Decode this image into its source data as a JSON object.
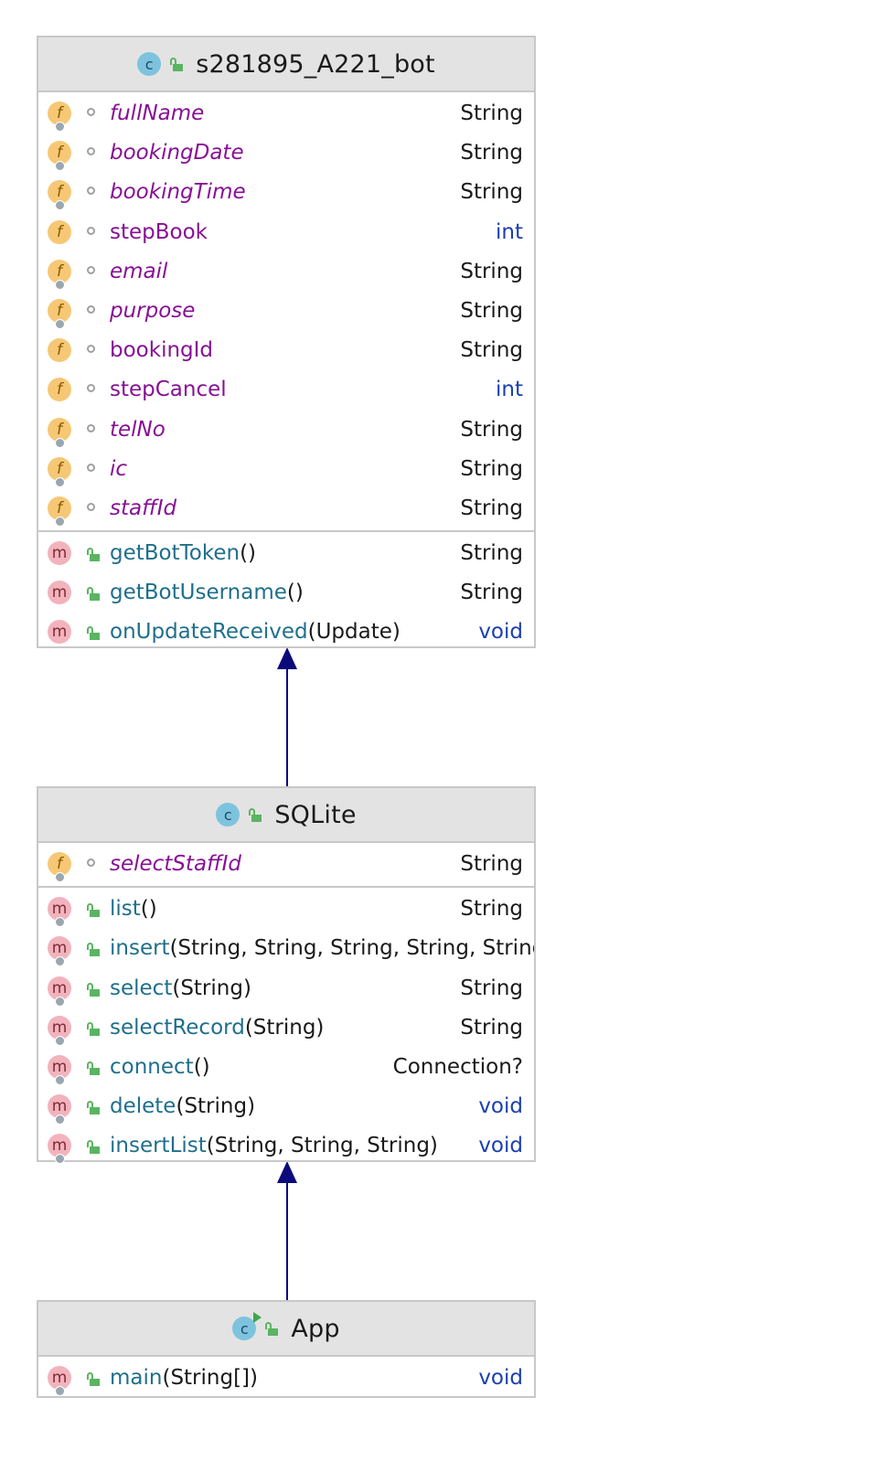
{
  "classes": {
    "bot": {
      "name": "s281895_A221_bot",
      "fields": [
        {
          "name": "fullName",
          "type": "String",
          "static": true
        },
        {
          "name": "bookingDate",
          "type": "String",
          "static": true
        },
        {
          "name": "bookingTime",
          "type": "String",
          "static": true
        },
        {
          "name": "stepBook",
          "type": "int",
          "static": false
        },
        {
          "name": "email",
          "type": "String",
          "static": true
        },
        {
          "name": "purpose",
          "type": "String",
          "static": true
        },
        {
          "name": "bookingId",
          "type": "String",
          "static": false
        },
        {
          "name": "stepCancel",
          "type": "int",
          "static": false
        },
        {
          "name": "telNo",
          "type": "String",
          "static": true
        },
        {
          "name": "ic",
          "type": "String",
          "static": true
        },
        {
          "name": "staffId",
          "type": "String",
          "static": true
        }
      ],
      "methods": [
        {
          "name": "getBotToken",
          "params": "()",
          "type": "String"
        },
        {
          "name": "getBotUsername",
          "params": "()",
          "type": "String"
        },
        {
          "name": "onUpdateReceived",
          "params": "(Update)",
          "type": "void"
        }
      ]
    },
    "sqlite": {
      "name": "SQLite",
      "fields": [
        {
          "name": "selectStaffId",
          "type": "String",
          "static": true
        }
      ],
      "methods": [
        {
          "name": "list",
          "params": "()",
          "type": "String"
        },
        {
          "name": "insert",
          "params": "(String, String, String, String, String, Stri",
          "type": ""
        },
        {
          "name": "select",
          "params": "(String)",
          "type": "String"
        },
        {
          "name": "selectRecord",
          "params": "(String)",
          "type": "String"
        },
        {
          "name": "connect",
          "params": "()",
          "type": "Connection?"
        },
        {
          "name": "delete",
          "params": "(String)",
          "type": "void"
        },
        {
          "name": "insertList",
          "params": "(String, String, String)",
          "type": "void"
        }
      ]
    },
    "app": {
      "name": "App",
      "methods": [
        {
          "name": "main",
          "params": "(String[])",
          "type": "void"
        }
      ]
    }
  },
  "icons": {
    "class": "class-icon",
    "field": "field-icon",
    "method": "method-icon",
    "package_visibility": "package-visibility-icon",
    "public_visibility": "unlock-icon"
  },
  "colors": {
    "field_name": "#871094",
    "method_name": "#1f6f8b",
    "keyword_type": "#1b3fb0",
    "arrow": "#0a0a7a",
    "header_bg": "#e3e3e3"
  }
}
